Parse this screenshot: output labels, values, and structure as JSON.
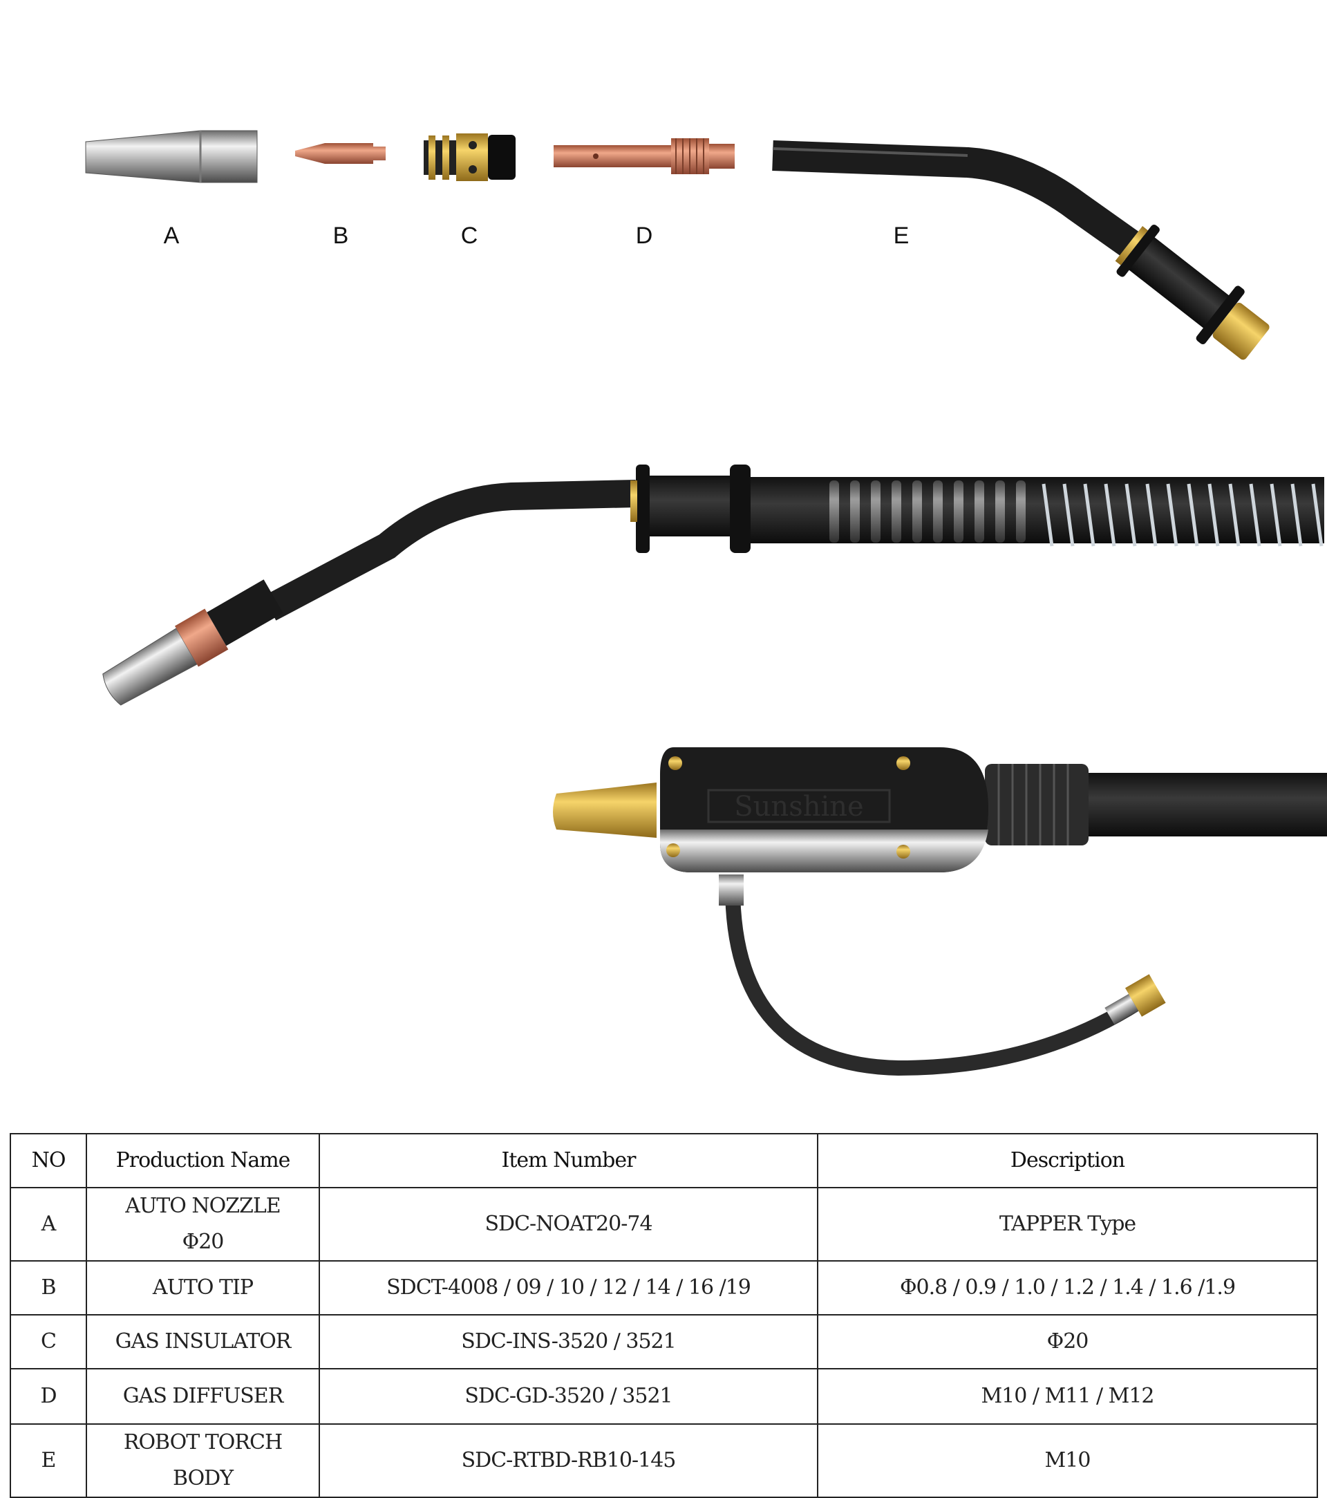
{
  "part_labels": [
    "A",
    "B",
    "C",
    "D",
    "E"
  ],
  "logo_text": "Sunshine",
  "table": {
    "headers": [
      "NO",
      "Production Name",
      "Item Number",
      "Description"
    ],
    "rows": [
      {
        "no": "A",
        "name_line1": "AUTO NOZZLE",
        "name_line2": "Φ20",
        "item": "SDC-NOAT20-74",
        "desc": "TAPPER Type"
      },
      {
        "no": "B",
        "name_line1": "AUTO TIP",
        "name_line2": "",
        "item": "SDCT-4008 / 09 / 10 / 12 / 14 / 16 /19",
        "desc": "Φ0.8 / 0.9 / 1.0 / 1.2 / 1.4 / 1.6 /1.9"
      },
      {
        "no": "C",
        "name_line1": "GAS INSULATOR",
        "name_line2": "",
        "item": "SDC-INS-3520 / 3521",
        "desc": "Φ20"
      },
      {
        "no": "D",
        "name_line1": "GAS DIFFUSER",
        "name_line2": "",
        "item": "SDC-GD-3520 / 3521",
        "desc": "M10 / M11 / M12"
      },
      {
        "no": "E",
        "name_line1": "ROBOT TORCH",
        "name_line2": "BODY",
        "item": "SDC-RTBD-RB10-145",
        "desc": "M10"
      }
    ]
  },
  "colors": {
    "copper": "#c8785a",
    "brass": "#d4a93a",
    "silver": "#b8b8b8",
    "black": "#1a1a1a"
  }
}
